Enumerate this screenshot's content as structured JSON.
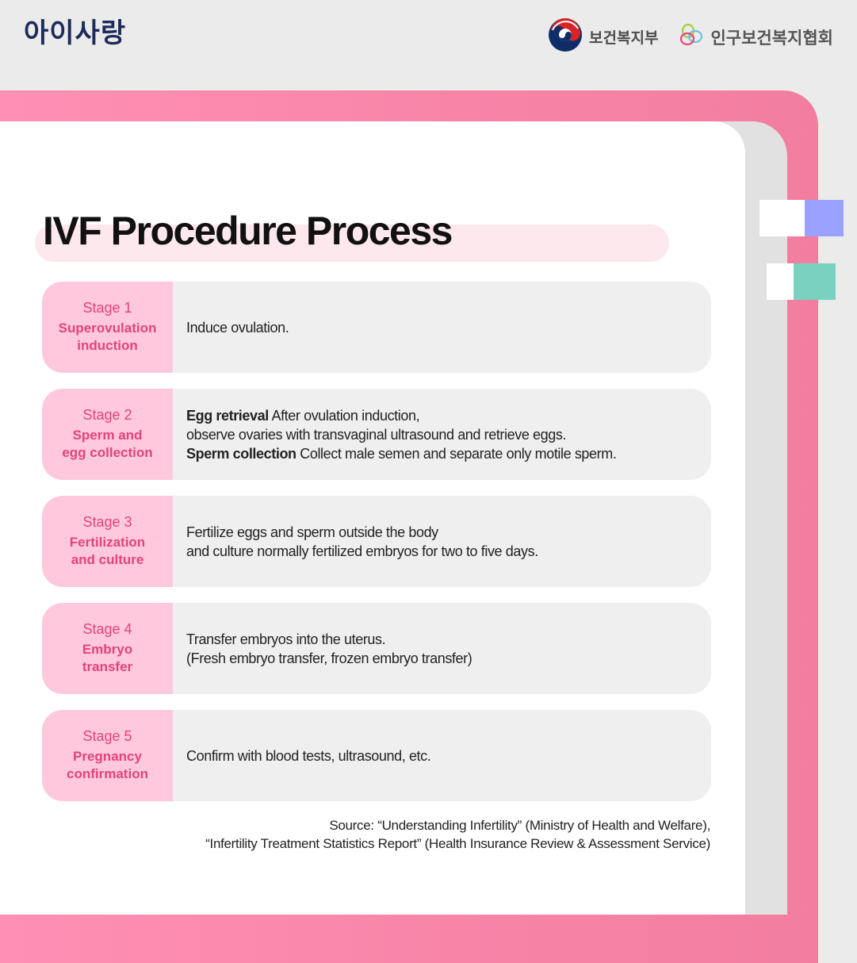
{
  "header": {
    "brand": "아이사랑",
    "logos": [
      {
        "name": "보건복지부",
        "icon": "korea-taegeuk-icon"
      },
      {
        "name": "인구보건복지협회",
        "icon": "ppfk-rings-icon"
      }
    ]
  },
  "colors": {
    "frame_pink": "#f27d9f",
    "stage_label_bg": "#ffc8dc",
    "stage_text": "#e2437a",
    "content_bg": "#efefef",
    "title_highlight": "#fde8ee",
    "tab_blue": "#9aa1ff",
    "tab_teal": "#79d2c0",
    "brand_navy": "#1d2b5b"
  },
  "title": "IVF Procedure Process",
  "stages": [
    {
      "num": "Stage 1",
      "name": "Superovulation\ninduction",
      "lines": [
        {
          "bold": "",
          "text": "Induce ovulation."
        }
      ]
    },
    {
      "num": "Stage  2",
      "name": "Sperm and\negg collection",
      "lines": [
        {
          "bold": "Egg retrieval",
          "text": " After ovulation induction,"
        },
        {
          "bold": "",
          "text": "observe ovaries with transvaginal ultrasound and retrieve eggs."
        },
        {
          "bold": "Sperm collection",
          "text": " Collect male semen and separate only motile sperm."
        }
      ]
    },
    {
      "num": "Stage 3",
      "name": "Fertilization\nand culture",
      "lines": [
        {
          "bold": "",
          "text": "Fertilize eggs and sperm outside the body"
        },
        {
          "bold": "",
          "text": "and culture normally fertilized embryos for two to five days."
        }
      ]
    },
    {
      "num": "Stage 4",
      "name": "Embryo\ntransfer",
      "lines": [
        {
          "bold": "",
          "text": "Transfer embryos into the uterus."
        },
        {
          "bold": "",
          "text": "(Fresh embryo transfer, frozen embryo transfer)"
        }
      ]
    },
    {
      "num": "Stage 5",
      "name": "Pregnancy\nconfirmation",
      "lines": [
        {
          "bold": "",
          "text": "Confirm with blood tests, ultrasound, etc."
        }
      ]
    }
  ],
  "source": {
    "line1": "Source: “Understanding Infertility” (Ministry of Health and Welfare),",
    "line2": "“Infertility Treatment Statistics Report” (Health Insurance Review & Assessment Service)"
  }
}
